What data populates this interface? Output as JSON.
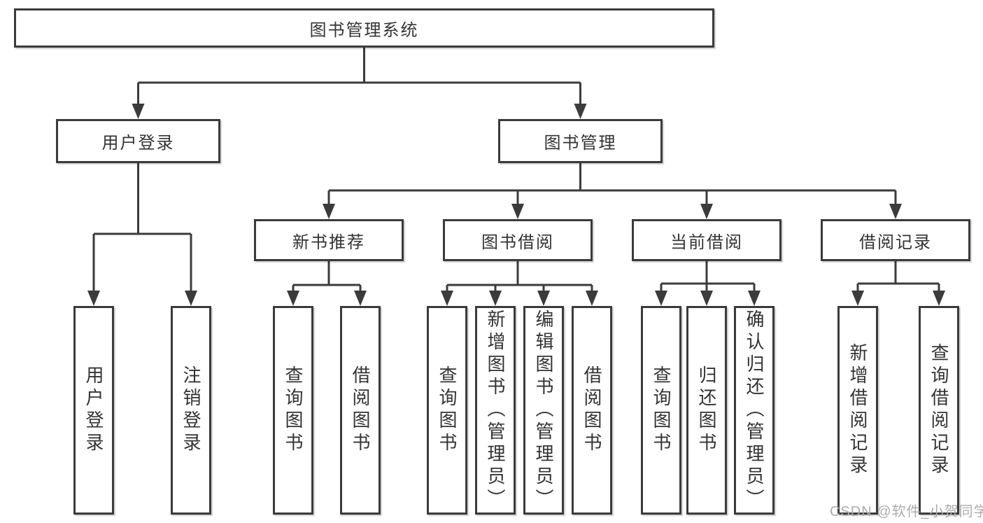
{
  "diagram": {
    "title": "图书管理系统",
    "root": {
      "label": "图书管理系统"
    },
    "level2": [
      {
        "label": "用户登录"
      },
      {
        "label": "图书管理"
      }
    ],
    "level3": [
      {
        "label": "新书推荐"
      },
      {
        "label": "图书借阅"
      },
      {
        "label": "当前借阅"
      },
      {
        "label": "借阅记录"
      }
    ],
    "leaves": {
      "user_login": [
        {
          "label": "用户登录"
        },
        {
          "label": "注销登录"
        }
      ],
      "new_books": [
        {
          "label": "查询图书"
        },
        {
          "label": "借阅图书"
        }
      ],
      "book_borrow": [
        {
          "label": "查询图书"
        },
        {
          "label": "新增图书（管理员）"
        },
        {
          "label": "编辑图书（管理员）"
        },
        {
          "label": "借阅图书"
        }
      ],
      "current_borrow": [
        {
          "label": "查询图书"
        },
        {
          "label": "归还图书"
        },
        {
          "label": "确认归还（管理员）"
        }
      ],
      "borrow_records": [
        {
          "label": "新增借阅记录"
        },
        {
          "label": "查询借阅记录"
        }
      ]
    }
  },
  "watermark": {
    "text": "CSDN @软件_小贺同学"
  },
  "colors": {
    "line": "#3b3b3b",
    "box_border": "#3b3b3b",
    "text": "#333333",
    "watermark": "#acacac",
    "background": "#ffffff"
  }
}
